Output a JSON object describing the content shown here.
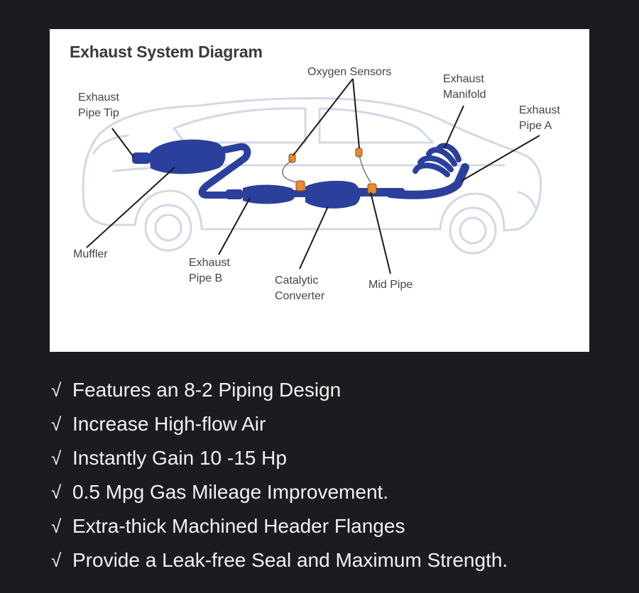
{
  "diagram": {
    "title": "Exhaust System Diagram",
    "labels": {
      "exhaust_pipe_tip": [
        "Exhaust",
        "Pipe Tip"
      ],
      "oxygen_sensors": [
        "Oxygen Sensors"
      ],
      "exhaust_manifold": [
        "Exhaust",
        "Manifold"
      ],
      "exhaust_pipe_a": [
        "Exhaust",
        "Pipe A"
      ],
      "muffler": [
        "Muffler"
      ],
      "exhaust_pipe_b": [
        "Exhaust",
        "Pipe B"
      ],
      "catalytic_converter": [
        "Catalytic",
        "Converter"
      ],
      "mid_pipe": [
        "Mid Pipe"
      ]
    },
    "colors": {
      "car_outline": "#d3d8e6",
      "pipe_blue": "#2b3f9c",
      "sensor_orange": "#e98a2d",
      "leader_line": "#1a1a1a"
    }
  },
  "features": {
    "check_symbol": "√",
    "items": [
      "Features an 8-2 Piping Design",
      "Increase High-flow Air",
      "Instantly Gain 10 -15 Hp",
      "0.5 Mpg Gas Mileage Improvement.",
      "Extra-thick Machined Header Flanges",
      "Provide a Leak-free Seal and Maximum Strength."
    ]
  }
}
